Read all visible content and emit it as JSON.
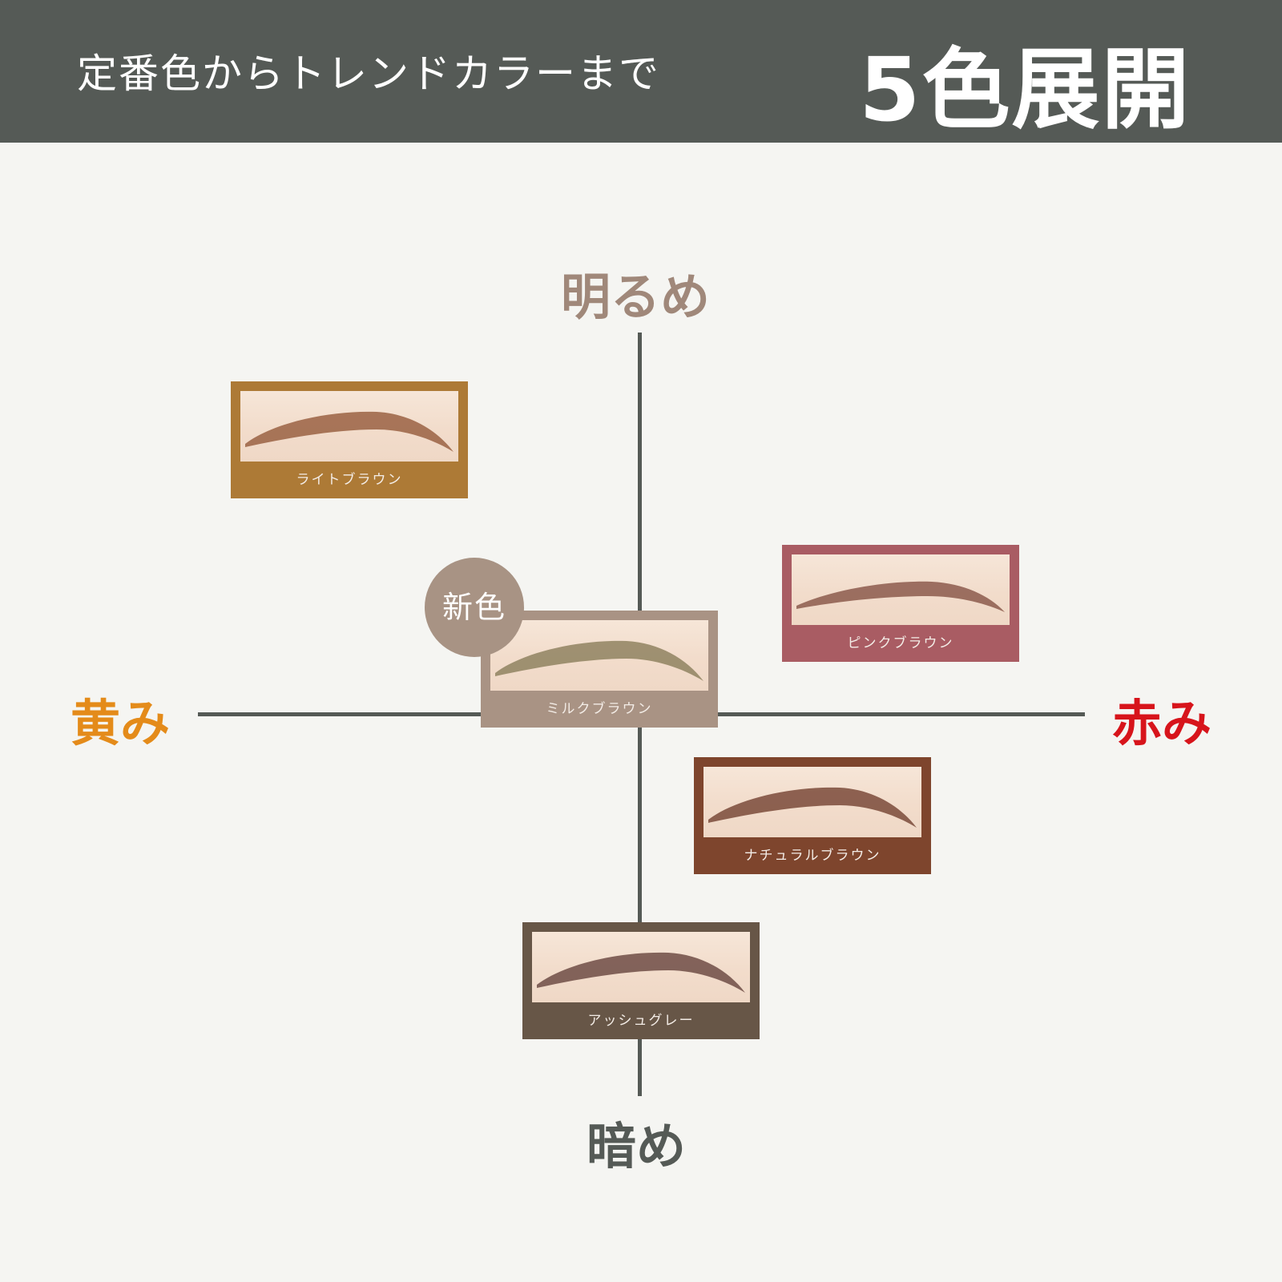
{
  "banner": {
    "text": "定番色からトレンドカラーまで",
    "highlight": "5色展開"
  },
  "axes": {
    "top": "明るめ",
    "bottom": "暗め",
    "left": "黄み",
    "right": "赤み"
  },
  "colors": {
    "banner_bg": "#555a56",
    "background": "#f5f5f2",
    "yellow_label": "#e48b1a",
    "red_label": "#d7141b",
    "bright_label": "#a0887a"
  },
  "products": [
    {
      "name": "ライトブラウン",
      "frame_color": "#ad7a36",
      "brow_color": "#9a6243"
    },
    {
      "name": "ミルクブラウン",
      "frame_color": "#a99384",
      "brow_color": "#8f8260",
      "is_new": true
    },
    {
      "name": "ピンクブラウン",
      "frame_color": "#a95c63",
      "brow_color": "#8c5a4c"
    },
    {
      "name": "ナチュラルブラウン",
      "frame_color": "#7e452d",
      "brow_color": "#7a4a3a"
    },
    {
      "name": "アッシュグレー",
      "frame_color": "#675647",
      "brow_color": "#6e4c45"
    }
  ],
  "new_badge": "新色"
}
